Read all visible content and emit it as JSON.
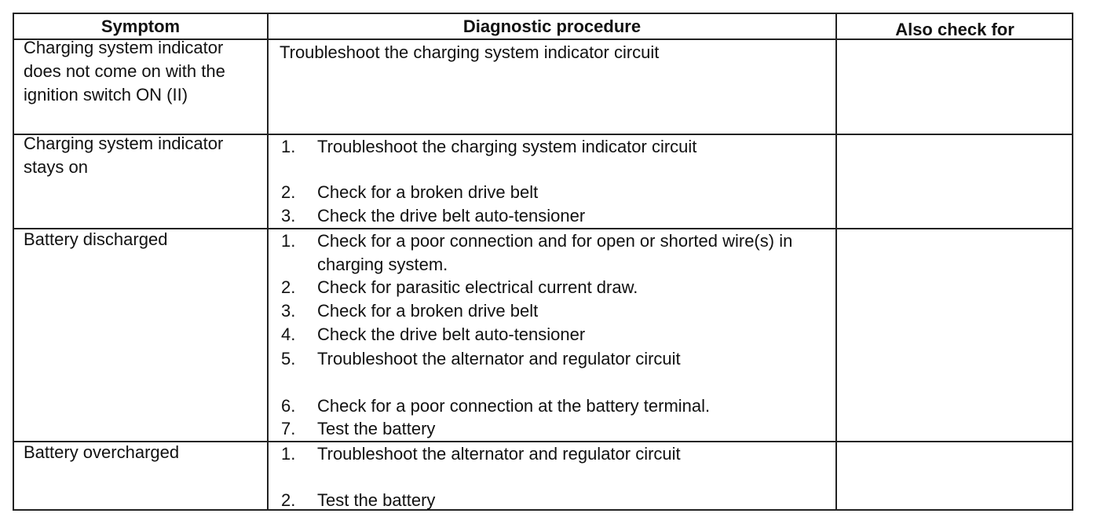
{
  "headers": {
    "symptom": "Symptom",
    "procedure": "Diagnostic procedure",
    "also": "Also check for"
  },
  "rows": [
    {
      "symptom": "Charging system indicator does not come on with the ignition switch ON (II)",
      "procedure": "Troubleshoot the charging system indicator circuit"
    },
    {
      "symptom": "Charging system indicator stays on",
      "steps": [
        {
          "num": "1.",
          "text": "Troubleshoot the charging system indicator circuit"
        },
        {
          "num": "2.",
          "text": "Check for a broken drive belt"
        },
        {
          "num": "3.",
          "text": "Check the drive belt auto-tensioner"
        }
      ]
    },
    {
      "symptom": "Battery discharged",
      "steps": [
        {
          "num": "1.",
          "text": "Check for a poor connection and for open or shorted wire(s) in charging system."
        },
        {
          "num": "2.",
          "text": "Check for parasitic electrical current draw."
        },
        {
          "num": "3.",
          "text": "Check for a broken drive belt"
        },
        {
          "num": "4.",
          "text": "Check the drive belt auto-tensioner"
        },
        {
          "num": "5.",
          "text": "Troubleshoot the alternator and regulator circuit"
        },
        {
          "num": "6.",
          "text": "Check for a poor connection at the battery terminal."
        },
        {
          "num": "7.",
          "text": "Test the battery"
        }
      ]
    },
    {
      "symptom": "Battery overcharged",
      "steps": [
        {
          "num": "1.",
          "text": "Troubleshoot the alternator and regulator circuit"
        },
        {
          "num": "2.",
          "text": "Test the battery"
        }
      ]
    }
  ]
}
